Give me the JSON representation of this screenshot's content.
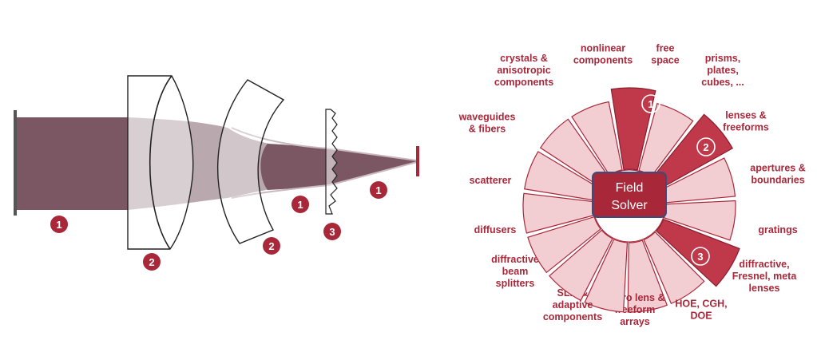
{
  "colors": {
    "beam": "#7b5764",
    "beam_light": "#b9a8ae",
    "accent": "#a8283a",
    "wedge_light": "#f2cdd2",
    "wedge_dark": "#c0394b",
    "solver_fill": "#a8283a",
    "solver_border": "#3d4a7a"
  },
  "optics": {
    "badges": {
      "free_space_left": "1",
      "lens_left": "2",
      "meniscus": "2",
      "free_space_mid": "1",
      "grating": "3",
      "free_space_right": "1"
    }
  },
  "wheel": {
    "center_label": [
      "Field",
      "Solver"
    ],
    "segments": [
      {
        "lines": [
          "free",
          "space"
        ],
        "highlight": true,
        "badge": "1"
      },
      {
        "lines": [
          "prisms,",
          "plates,",
          "cubes, ..."
        ],
        "highlight": false
      },
      {
        "lines": [
          "lenses &",
          "freeforms"
        ],
        "highlight": true,
        "badge": "2"
      },
      {
        "lines": [
          "apertures &",
          "boundaries"
        ],
        "highlight": false
      },
      {
        "lines": [
          "gratings"
        ],
        "highlight": false
      },
      {
        "lines": [
          "diffractive,",
          "Fresnel, meta",
          "lenses"
        ],
        "highlight": true,
        "badge": "3"
      },
      {
        "lines": [
          "HOE, CGH,",
          "DOE"
        ],
        "highlight": false
      },
      {
        "lines": [
          "micro lens &",
          "freeform",
          "arrays"
        ],
        "highlight": false
      },
      {
        "lines": [
          "SLM &",
          "adaptive",
          "components"
        ],
        "highlight": false
      },
      {
        "lines": [
          "diffractive",
          "beam",
          "splitters"
        ],
        "highlight": false
      },
      {
        "lines": [
          "diffusers"
        ],
        "highlight": false
      },
      {
        "lines": [
          "scatterer"
        ],
        "highlight": false
      },
      {
        "lines": [
          "waveguides",
          "& fibers"
        ],
        "highlight": false
      },
      {
        "lines": [
          "crystals &",
          "anisotropic",
          "components"
        ],
        "highlight": false
      },
      {
        "lines": [
          "nonlinear",
          "components"
        ],
        "highlight": false
      }
    ]
  }
}
